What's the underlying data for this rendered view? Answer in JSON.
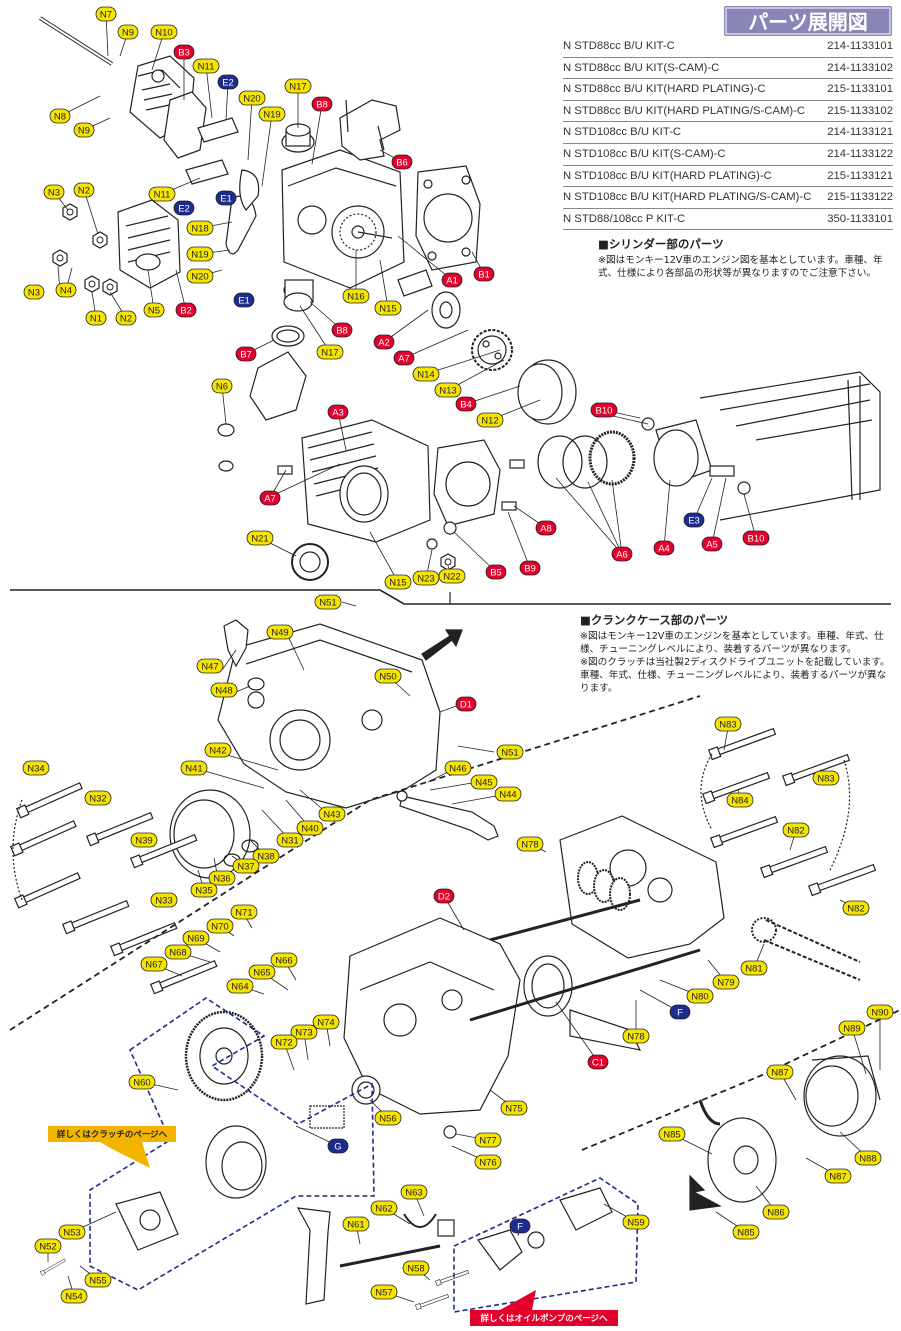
{
  "header": {
    "title": "パーツ展開図"
  },
  "kits": [
    {
      "name": "N STD88cc B/U KIT-C",
      "number": "214-1133101"
    },
    {
      "name": "N STD88cc B/U KIT(S-CAM)-C",
      "number": "214-1133102"
    },
    {
      "name": "N STD88cc B/U KIT(HARD PLATING)-C",
      "number": "215-1133101"
    },
    {
      "name": "N STD88cc B/U KIT(HARD PLATING/S-CAM)-C",
      "number": "215-1133102"
    },
    {
      "name": "N STD108cc B/U KIT-C",
      "number": "214-1133121"
    },
    {
      "name": "N STD108cc B/U KIT(S-CAM)-C",
      "number": "214-1133122"
    },
    {
      "name": "N STD108cc B/U KIT(HARD PLATING)-C",
      "number": "215-1133121"
    },
    {
      "name": "N STD108cc B/U KIT(HARD PLATING/S-CAM)-C",
      "number": "215-1133122"
    },
    {
      "name": "N STD88/108cc P KIT-C",
      "number": "350-1133101"
    }
  ],
  "cylinder_section": {
    "heading": "■シリンダー部のパーツ",
    "note": "※図はモンキー12V車のエンジン図を基本としています。車種、年式、仕様により各部品の形状等が異なりますのでご注意下さい。"
  },
  "crankcase_section": {
    "heading": "■クランクケース部のパーツ",
    "note1": "※図はモンキー12V車のエンジンを基本としています。車種、年式、仕様、チューニングレベルにより、装着するパーツが異なります。",
    "note2": "※図のクラッチは当社製2ディスクドライブユニットを記載しています。車種、年式、仕様、チューニングレベルにより、装着するパーツが異なります。"
  },
  "tabs": {
    "clutch": "詳しくはクラッチのページへ",
    "oilpump": "詳しくはオイルポンプのページへ"
  },
  "colors": {
    "yellow": "#f5e400",
    "red": "#e3002d",
    "blue": "#1d2c8f",
    "title_bg": "#8a86b8"
  },
  "labels": [
    {
      "id": "N7",
      "c": "y"
    },
    {
      "id": "N9",
      "c": "y"
    },
    {
      "id": "N10",
      "c": "y"
    },
    {
      "id": "B3",
      "c": "r"
    },
    {
      "id": "N11",
      "c": "y"
    },
    {
      "id": "E2",
      "c": "b"
    },
    {
      "id": "N17",
      "c": "y"
    },
    {
      "id": "N20",
      "c": "y"
    },
    {
      "id": "B8",
      "c": "r"
    },
    {
      "id": "N19",
      "c": "y"
    },
    {
      "id": "N8",
      "c": "y"
    },
    {
      "id": "N9",
      "c": "y"
    },
    {
      "id": "B6",
      "c": "r"
    },
    {
      "id": "N11",
      "c": "y"
    },
    {
      "id": "E1",
      "c": "b"
    },
    {
      "id": "N3",
      "c": "y"
    },
    {
      "id": "N2",
      "c": "y"
    },
    {
      "id": "E2",
      "c": "b"
    },
    {
      "id": "N18",
      "c": "y"
    },
    {
      "id": "N19",
      "c": "y"
    },
    {
      "id": "N20",
      "c": "y"
    },
    {
      "id": "E1",
      "c": "b"
    },
    {
      "id": "A1",
      "c": "r"
    },
    {
      "id": "B1",
      "c": "r"
    },
    {
      "id": "N3",
      "c": "y"
    },
    {
      "id": "N4",
      "c": "y"
    },
    {
      "id": "N1",
      "c": "y"
    },
    {
      "id": "N2",
      "c": "y"
    },
    {
      "id": "N5",
      "c": "y"
    },
    {
      "id": "B2",
      "c": "r"
    },
    {
      "id": "N16",
      "c": "y"
    },
    {
      "id": "N15",
      "c": "y"
    },
    {
      "id": "B8",
      "c": "r"
    },
    {
      "id": "N17",
      "c": "y"
    },
    {
      "id": "A2",
      "c": "r"
    },
    {
      "id": "A7",
      "c": "r"
    },
    {
      "id": "B7",
      "c": "r"
    },
    {
      "id": "N14",
      "c": "y"
    },
    {
      "id": "N13",
      "c": "y"
    },
    {
      "id": "N6",
      "c": "y"
    },
    {
      "id": "B4",
      "c": "r"
    },
    {
      "id": "N12",
      "c": "y"
    },
    {
      "id": "B10",
      "c": "r"
    },
    {
      "id": "A3",
      "c": "r"
    },
    {
      "id": "A7",
      "c": "r"
    },
    {
      "id": "A8",
      "c": "r"
    },
    {
      "id": "N21",
      "c": "y"
    },
    {
      "id": "N15",
      "c": "y"
    },
    {
      "id": "N23",
      "c": "y"
    },
    {
      "id": "N22",
      "c": "y"
    },
    {
      "id": "B5",
      "c": "r"
    },
    {
      "id": "B9",
      "c": "r"
    },
    {
      "id": "A6",
      "c": "r"
    },
    {
      "id": "A4",
      "c": "r"
    },
    {
      "id": "E3",
      "c": "b"
    },
    {
      "id": "A5",
      "c": "r"
    },
    {
      "id": "B10",
      "c": "r"
    },
    {
      "id": "N51",
      "c": "y"
    },
    {
      "id": "N49",
      "c": "y"
    },
    {
      "id": "N47",
      "c": "y"
    },
    {
      "id": "N48",
      "c": "y"
    },
    {
      "id": "N50",
      "c": "y"
    },
    {
      "id": "D1",
      "c": "r"
    },
    {
      "id": "N51",
      "c": "y"
    },
    {
      "id": "N42",
      "c": "y"
    },
    {
      "id": "N41",
      "c": "y"
    },
    {
      "id": "N46",
      "c": "y"
    },
    {
      "id": "N45",
      "c": "y"
    },
    {
      "id": "N44",
      "c": "y"
    },
    {
      "id": "N34",
      "c": "y"
    },
    {
      "id": "N32",
      "c": "y"
    },
    {
      "id": "N43",
      "c": "y"
    },
    {
      "id": "N40",
      "c": "y"
    },
    {
      "id": "N39",
      "c": "y"
    },
    {
      "id": "N31",
      "c": "y"
    },
    {
      "id": "N38",
      "c": "y"
    },
    {
      "id": "N37",
      "c": "y"
    },
    {
      "id": "N36",
      "c": "y"
    },
    {
      "id": "N35",
      "c": "y"
    },
    {
      "id": "N83",
      "c": "y"
    },
    {
      "id": "N83",
      "c": "y"
    },
    {
      "id": "N84",
      "c": "y"
    },
    {
      "id": "N82",
      "c": "y"
    },
    {
      "id": "N78",
      "c": "y"
    },
    {
      "id": "N33",
      "c": "y"
    },
    {
      "id": "D2",
      "c": "r"
    },
    {
      "id": "N82",
      "c": "y"
    },
    {
      "id": "N71",
      "c": "y"
    },
    {
      "id": "N70",
      "c": "y"
    },
    {
      "id": "N69",
      "c": "y"
    },
    {
      "id": "N68",
      "c": "y"
    },
    {
      "id": "N67",
      "c": "y"
    },
    {
      "id": "N66",
      "c": "y"
    },
    {
      "id": "N65",
      "c": "y"
    },
    {
      "id": "N64",
      "c": "y"
    },
    {
      "id": "N81",
      "c": "y"
    },
    {
      "id": "N79",
      "c": "y"
    },
    {
      "id": "N80",
      "c": "y"
    },
    {
      "id": "F",
      "c": "b"
    },
    {
      "id": "N78",
      "c": "y"
    },
    {
      "id": "N90",
      "c": "y"
    },
    {
      "id": "N89",
      "c": "y"
    },
    {
      "id": "N74",
      "c": "y"
    },
    {
      "id": "N73",
      "c": "y"
    },
    {
      "id": "N72",
      "c": "y"
    },
    {
      "id": "C1",
      "c": "r"
    },
    {
      "id": "N60",
      "c": "y"
    },
    {
      "id": "N87",
      "c": "y"
    },
    {
      "id": "N75",
      "c": "y"
    },
    {
      "id": "N56",
      "c": "y"
    },
    {
      "id": "N77",
      "c": "y"
    },
    {
      "id": "N76",
      "c": "y"
    },
    {
      "id": "N85",
      "c": "y"
    },
    {
      "id": "N88",
      "c": "y"
    },
    {
      "id": "G",
      "c": "b"
    },
    {
      "id": "N87",
      "c": "y"
    },
    {
      "id": "N86",
      "c": "y"
    },
    {
      "id": "N63",
      "c": "y"
    },
    {
      "id": "N62",
      "c": "y"
    },
    {
      "id": "N61",
      "c": "y"
    },
    {
      "id": "N59",
      "c": "y"
    },
    {
      "id": "F",
      "c": "b"
    },
    {
      "id": "N53",
      "c": "y"
    },
    {
      "id": "N52",
      "c": "y"
    },
    {
      "id": "N55",
      "c": "y"
    },
    {
      "id": "N54",
      "c": "y"
    },
    {
      "id": "N58",
      "c": "y"
    },
    {
      "id": "N57",
      "c": "y"
    },
    {
      "id": "N85",
      "c": "y"
    }
  ]
}
